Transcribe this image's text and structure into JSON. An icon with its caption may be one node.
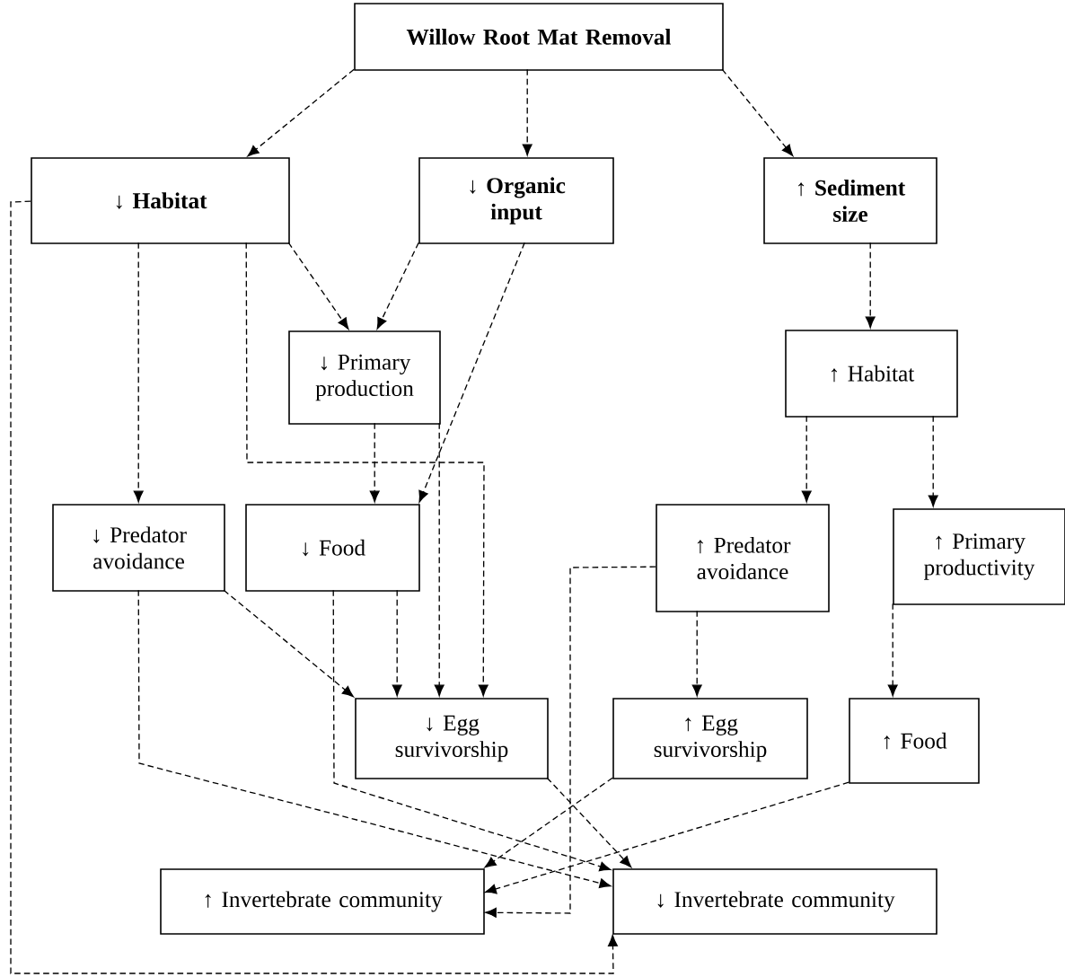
{
  "diagram": {
    "nodes": [
      {
        "text": [
          "Willow Root Mat Removal"
        ]
      },
      {
        "text": [
          "↓ Habitat"
        ]
      },
      {
        "text": [
          "↓ Organic input"
        ]
      },
      {
        "text": [
          "↑ Sediment size"
        ]
      },
      {
        "text": [
          "↓ Primary production"
        ]
      },
      {
        "text": [
          "↑ Habitat"
        ]
      },
      {
        "text": [
          "↓ Predator avoidance"
        ]
      },
      {
        "text": [
          "↓ Food"
        ]
      },
      {
        "text": [
          "↑ Predator avoidance"
        ]
      },
      {
        "text": [
          "↑ Primary productivity"
        ]
      },
      {
        "text": [
          "↓ Egg survivorship"
        ]
      },
      {
        "text": [
          "↑ Egg survivorship"
        ]
      },
      {
        "text": [
          "↑ Food"
        ]
      },
      {
        "text": [
          "↑ Invertebrate community"
        ]
      },
      {
        "text": [
          "↓ Invertebrate community"
        ]
      }
    ],
    "edges": [
      {
        "from": 0,
        "to": 1,
        "arrow": "to"
      },
      {
        "from": 0,
        "to": 2,
        "arrow": "to"
      },
      {
        "from": 0,
        "to": 3,
        "arrow": "to"
      },
      {
        "from": 1,
        "to": 4,
        "arrow": "to"
      },
      {
        "from": 2,
        "to": 4,
        "arrow": "to"
      },
      {
        "from": 1,
        "to": 6,
        "arrow": "to"
      },
      {
        "from": 1,
        "to": 10,
        "arrow": "to"
      },
      {
        "from": 2,
        "to": 7,
        "arrow": "to"
      },
      {
        "from": 4,
        "to": 7,
        "arrow": "to"
      },
      {
        "from": 4,
        "to": 10,
        "arrow": "to"
      },
      {
        "from": 6,
        "to": 10,
        "arrow": "to"
      },
      {
        "from": 7,
        "to": 10,
        "arrow": "to"
      },
      {
        "from": 6,
        "to": 14,
        "arrow": "to"
      },
      {
        "from": 7,
        "to": 14,
        "arrow": "to"
      },
      {
        "from": 10,
        "to": 14,
        "arrow": "to"
      },
      {
        "from": 3,
        "to": 5,
        "arrow": "to"
      },
      {
        "from": 5,
        "to": 8,
        "arrow": "to"
      },
      {
        "from": 5,
        "to": 9,
        "arrow": "to"
      },
      {
        "from": 8,
        "to": 11,
        "arrow": "to"
      },
      {
        "from": 9,
        "to": 12,
        "arrow": "to"
      },
      {
        "from": 8,
        "to": 13,
        "arrow": "to"
      },
      {
        "from": 11,
        "to": 13,
        "arrow": "to"
      },
      {
        "from": 12,
        "to": 13,
        "arrow": "to"
      },
      {
        "from": 1,
        "to": 14,
        "arrow": "to"
      }
    ]
  }
}
